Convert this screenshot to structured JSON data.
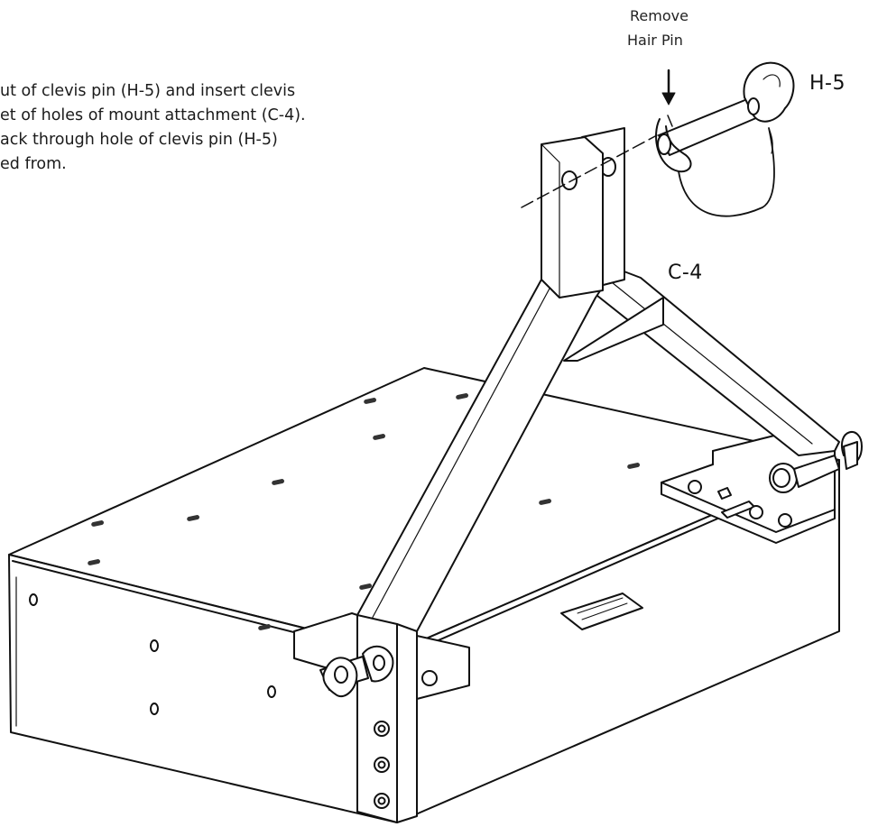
{
  "instructions": {
    "lines": [
      "ut of clevis pin (H-5) and insert clevis",
      "et of holes of mount attachment (C-4).",
      "ack through hole of clevis pin (H-5)",
      "ed from."
    ]
  },
  "callout": {
    "line1": "Remove",
    "line2": "Hair Pin"
  },
  "labels": {
    "clevis_pin": "H-5",
    "mount_attachment": "C-4"
  }
}
